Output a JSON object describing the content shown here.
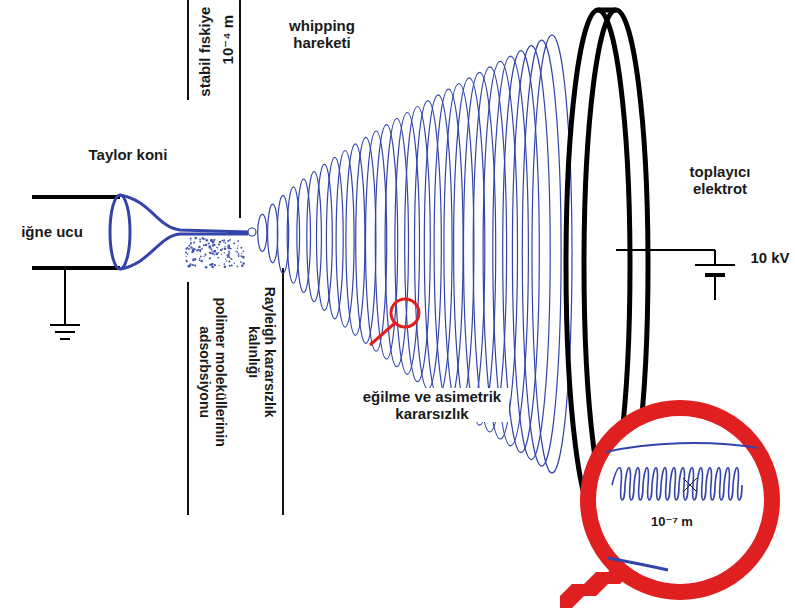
{
  "diagram": {
    "labels": [
      "stabil fıskiye",
      "10⁻⁴ m",
      "whipping hareketi",
      "Taylor koni",
      "iğne ucu",
      "toplayıcı elektrot",
      "10 kV",
      "polimer moleküllerinin adsorbsiyonu",
      "Rayleigh kararsızlık kalınlığı",
      "eğilme ve asimetrik kararsızlık",
      "10⁻⁷ m"
    ]
  }
}
